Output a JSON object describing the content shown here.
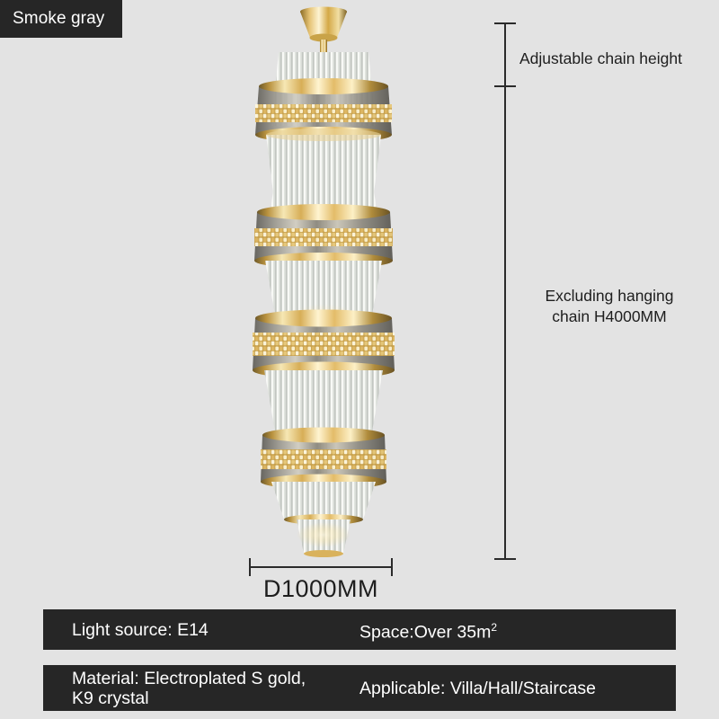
{
  "badge": {
    "label": "Smoke gray"
  },
  "annotations": {
    "chain_height": "Adjustable chain height",
    "body_height": "Excluding hanging\nchain H4000MM",
    "diameter": "D1000MM"
  },
  "specs": {
    "row1": {
      "left": "Light source: E14",
      "right_prefix": "Space:Over 35m",
      "right_sup": "2"
    },
    "row2": {
      "left": "Material: Electroplated S gold,\nK9 crystal",
      "right": "Applicable: Villa/Hall/Staircase"
    }
  },
  "colors": {
    "background": "#e3e3e3",
    "bar": "#262626",
    "bar_text": "#ffffff",
    "dimension_line": "#2b2b2b",
    "annotation_text": "#1e1e1e",
    "gold": "#d9b25c",
    "gold_dark": "#a37d2c",
    "gold_light": "#f3e0ab",
    "crystal": "#eef0ee",
    "smoke": "#8d8b84"
  },
  "product": {
    "type": "crystal-chandelier",
    "tiers": 4,
    "shape": "spiral-column"
  }
}
